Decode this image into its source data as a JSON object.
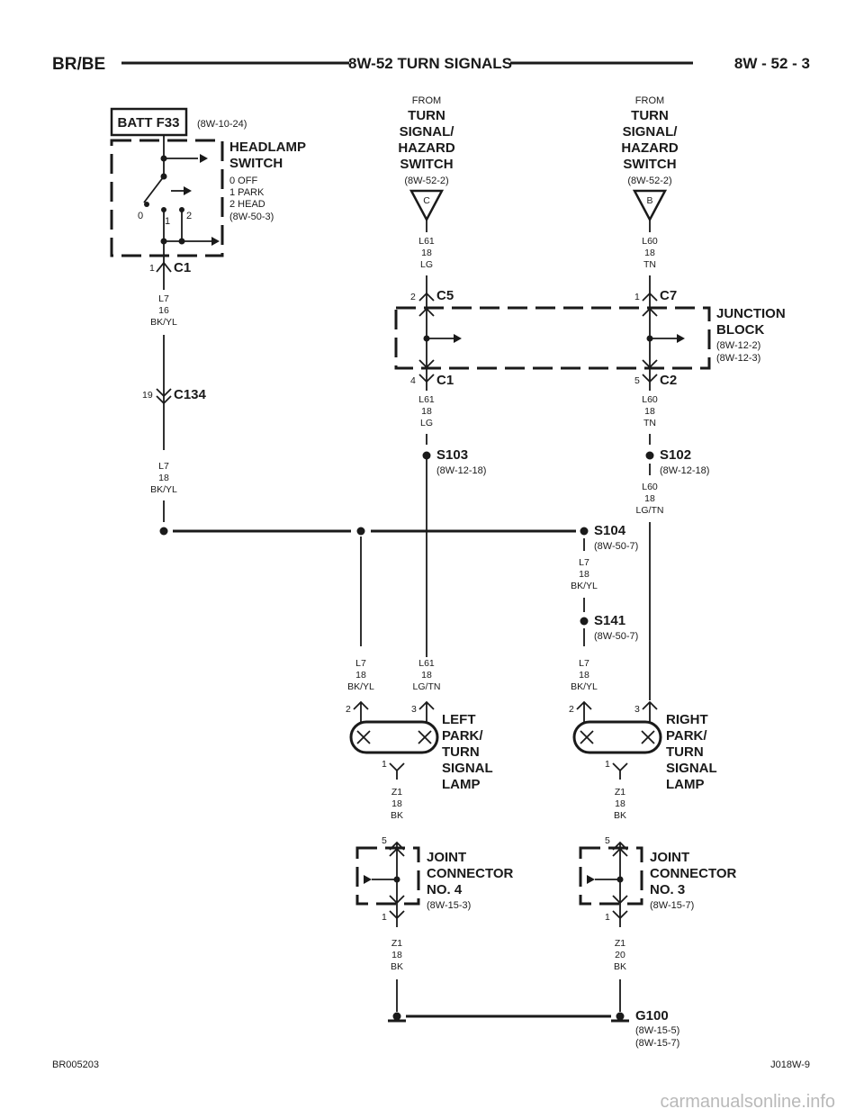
{
  "header": {
    "left": "BR/BE",
    "center": "8W-52 TURN SIGNALS",
    "right": "8W - 52 - 3"
  },
  "batt": {
    "label": "BATT F33",
    "ref": "(8W-10-24)"
  },
  "headlamp_switch": {
    "title_1": "HEADLAMP",
    "title_2": "SWITCH",
    "positions": [
      "0 OFF",
      "1 PARK",
      "2 HEAD"
    ],
    "ref": "(8W-50-3)",
    "pos_labels": [
      "0",
      "1",
      "2"
    ],
    "connector": "C1",
    "pin": "1"
  },
  "from_left": {
    "from": "FROM",
    "lines": [
      "TURN",
      "SIGNAL/",
      "HAZARD",
      "SWITCH"
    ],
    "ref": "(8W-52-2)",
    "terminal": "C"
  },
  "from_right": {
    "from": "FROM",
    "lines": [
      "TURN",
      "SIGNAL/",
      "HAZARD",
      "SWITCH"
    ],
    "ref": "(8W-52-2)",
    "terminal": "B"
  },
  "wires": {
    "l7_16": [
      "L7",
      "16",
      "BK/YL"
    ],
    "l7_18_a": [
      "L7",
      "18",
      "BK/YL"
    ],
    "l61_lg_top": [
      "L61",
      "18",
      "LG"
    ],
    "l60_tn_top": [
      "L60",
      "18",
      "TN"
    ],
    "l61_lg_mid": [
      "L61",
      "18",
      "LG"
    ],
    "l60_tn_mid": [
      "L60",
      "18",
      "TN"
    ],
    "l60_lgtn": [
      "L60",
      "18",
      "LG/TN"
    ],
    "l7_s104": [
      "L7",
      "18",
      "BK/YL"
    ],
    "l7_s141": [
      "L7",
      "18",
      "BK/YL"
    ],
    "l7_left": [
      "L7",
      "18",
      "BK/YL"
    ],
    "l61_lgtn": [
      "L61",
      "18",
      "LG/TN"
    ],
    "z1_left_top": [
      "Z1",
      "18",
      "BK"
    ],
    "z1_right_top": [
      "Z1",
      "18",
      "BK"
    ],
    "z1_left_bot": [
      "Z1",
      "18",
      "BK"
    ],
    "z1_right_bot": [
      "Z1",
      "20",
      "BK"
    ]
  },
  "c134": {
    "label": "C134",
    "pin": "19"
  },
  "junction_block": {
    "title_1": "JUNCTION",
    "title_2": "BLOCK",
    "refs": [
      "(8W-12-2)",
      "(8W-12-3)"
    ],
    "c5": "C5",
    "c5_pin": "2",
    "c7": "C7",
    "c7_pin": "1",
    "c1": "C1",
    "c1_pin": "4",
    "c2": "C2",
    "c2_pin": "5"
  },
  "splices": {
    "s103": {
      "label": "S103",
      "ref": "(8W-12-18)"
    },
    "s102": {
      "label": "S102",
      "ref": "(8W-12-18)"
    },
    "s104": {
      "label": "S104",
      "ref": "(8W-50-7)"
    },
    "s141": {
      "label": "S141",
      "ref": "(8W-50-7)"
    }
  },
  "left_lamp": {
    "lines": [
      "LEFT",
      "PARK/",
      "TURN",
      "SIGNAL",
      "LAMP"
    ],
    "pin_a": "2",
    "pin_b": "3",
    "pin_c": "1"
  },
  "right_lamp": {
    "lines": [
      "RIGHT",
      "PARK/",
      "TURN",
      "SIGNAL",
      "LAMP"
    ],
    "pin_a": "2",
    "pin_b": "3",
    "pin_c": "1"
  },
  "joint4": {
    "lines": [
      "JOINT",
      "CONNECTOR",
      "NO. 4"
    ],
    "ref": "(8W-15-3)",
    "pin_top": "5",
    "pin_bot": "1"
  },
  "joint3": {
    "lines": [
      "JOINT",
      "CONNECTOR",
      "NO. 3"
    ],
    "ref": "(8W-15-7)",
    "pin_top": "5",
    "pin_bot": "1"
  },
  "ground": {
    "label": "G100",
    "refs": [
      "(8W-15-5)",
      "(8W-15-7)"
    ]
  },
  "footer": {
    "left": "BR005203",
    "right": "J018W-9"
  },
  "watermark": "carmanualsonline.info"
}
